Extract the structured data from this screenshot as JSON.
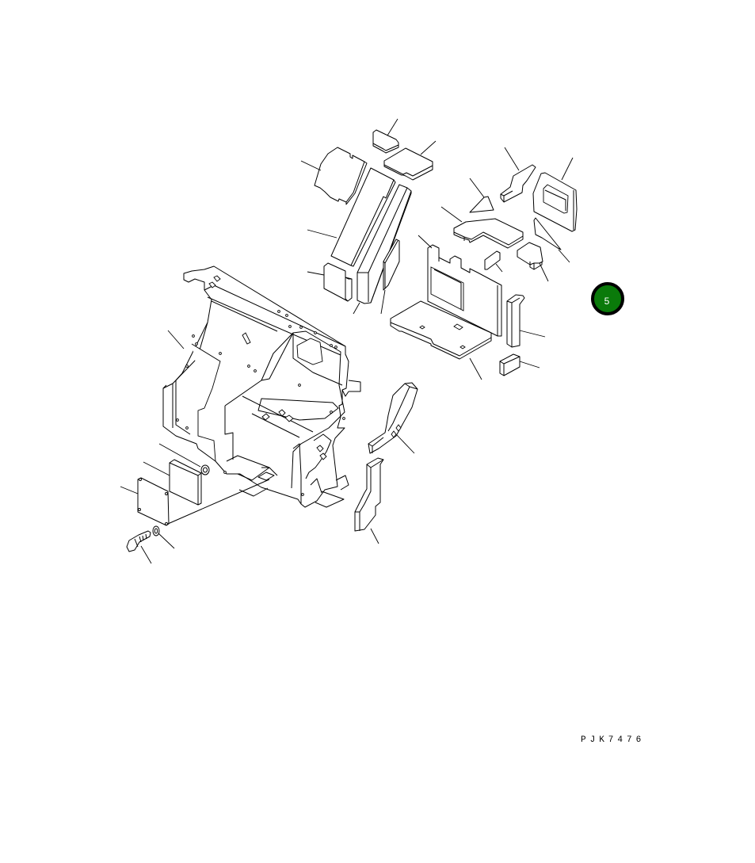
{
  "diagram": {
    "type": "exploded parts illustration",
    "subject": "cab frame / floor structure with insulation pads and cover",
    "page_badge": {
      "label": "5",
      "color": "#0a7a0a",
      "border_color": "#000000"
    },
    "reference_code": "PJK7476",
    "leader_lines_count": 27,
    "callout_numbers_visible": false,
    "parts": [
      {
        "name": "small top pad"
      },
      {
        "name": "rear top pad with notch"
      },
      {
        "name": "left side panel pad with notches"
      },
      {
        "name": "long upright insulation strip"
      },
      {
        "name": "long upright channel strip"
      },
      {
        "name": "small square block pad"
      },
      {
        "name": "thin vertical plate"
      },
      {
        "name": "bent side pad"
      },
      {
        "name": "triangular pad"
      },
      {
        "name": "window frame panel"
      },
      {
        "name": "L-shaped floor pad"
      },
      {
        "name": "thin diagonal strip"
      },
      {
        "name": "small square pad"
      },
      {
        "name": "corner block pad"
      },
      {
        "name": "rear wall pad with window opening"
      },
      {
        "name": "floor mat with holes"
      },
      {
        "name": "vertical post pad"
      },
      {
        "name": "small cube pad"
      },
      {
        "name": "main cab frame"
      },
      {
        "name": "angled side pad"
      },
      {
        "name": "L-shaped side pad"
      },
      {
        "name": "grommet"
      },
      {
        "name": "access cover pad"
      },
      {
        "name": "access cover plate"
      },
      {
        "name": "washer"
      },
      {
        "name": "bolt"
      }
    ]
  }
}
